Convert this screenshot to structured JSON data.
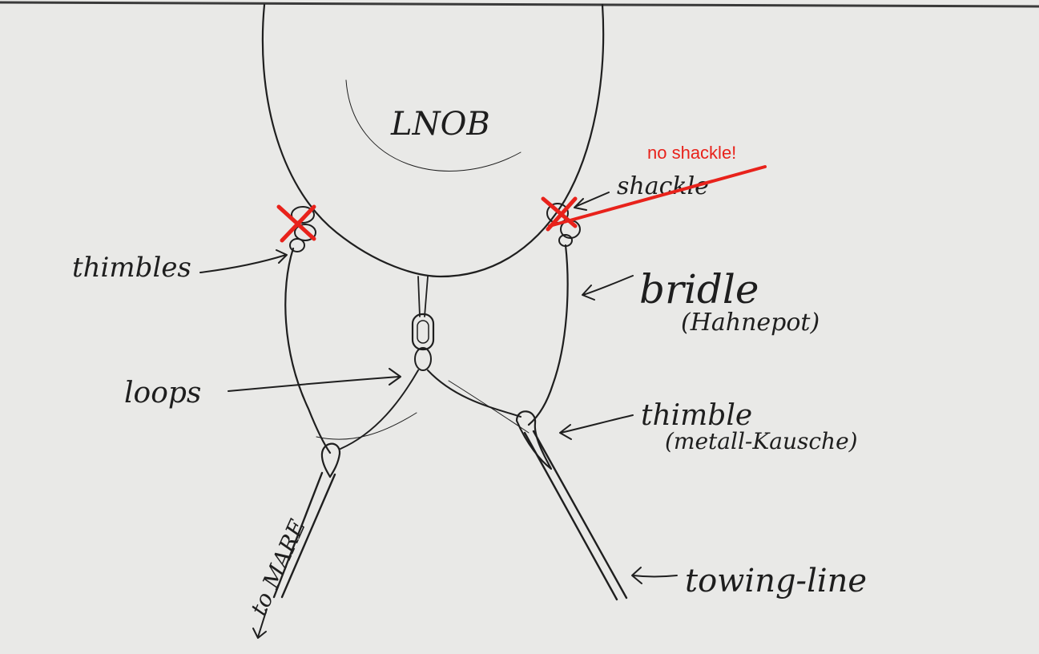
{
  "body_label": "LNOB",
  "labels": {
    "thimbles": "thimbles",
    "shackle": "shackle",
    "shackle_correction": "no shackle!",
    "bridle": "bridle",
    "bridle_translation": "(Hahnepot)",
    "loops": "loops",
    "thimble": "thimble",
    "thimble_translation": "(metall-Kausche)",
    "towing_line": "towing-line",
    "to_mare": "to MARE"
  },
  "colors": {
    "ink": "#1f1f1f",
    "paper": "#e9e9e7",
    "correction": "#e8221b"
  }
}
